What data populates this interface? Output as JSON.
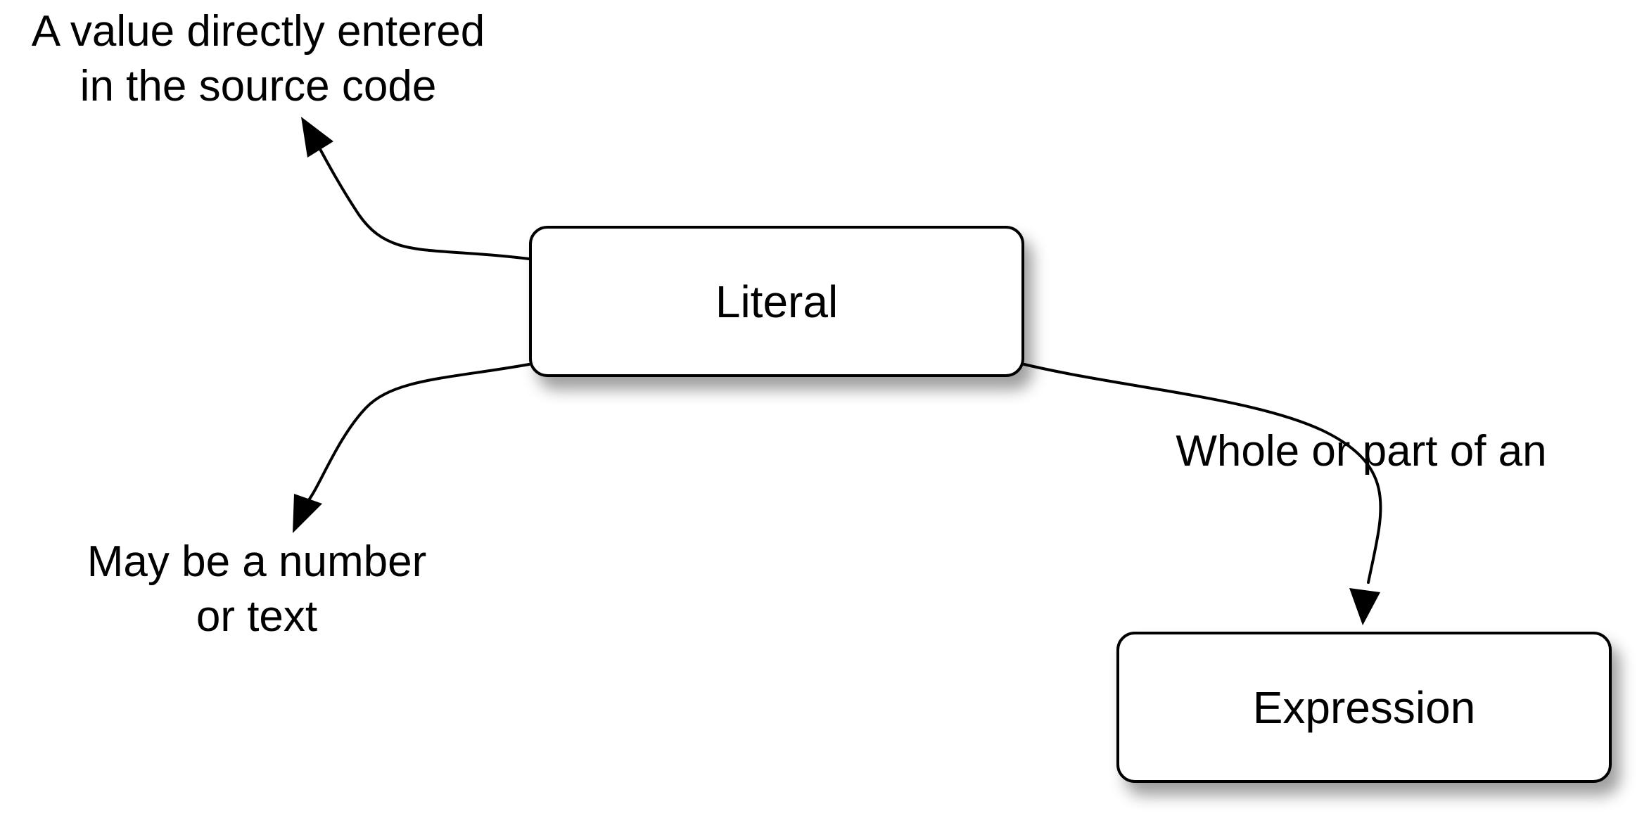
{
  "nodes": {
    "literal": {
      "label": "Literal"
    },
    "expression": {
      "label": "Expression"
    }
  },
  "annotations": {
    "source_value": {
      "line1": "A value directly entered",
      "line2": "in the source code"
    },
    "number_or_text": {
      "line1": "May be a number",
      "line2": "or text"
    },
    "expression_relation": {
      "line1": "Whole or part of an"
    }
  },
  "colors": {
    "stroke": "#000000",
    "node_fill": "#ffffff",
    "background": "#ffffff"
  },
  "icons": {
    "arrowhead": "filled-triangle-arrowhead-icon"
  }
}
